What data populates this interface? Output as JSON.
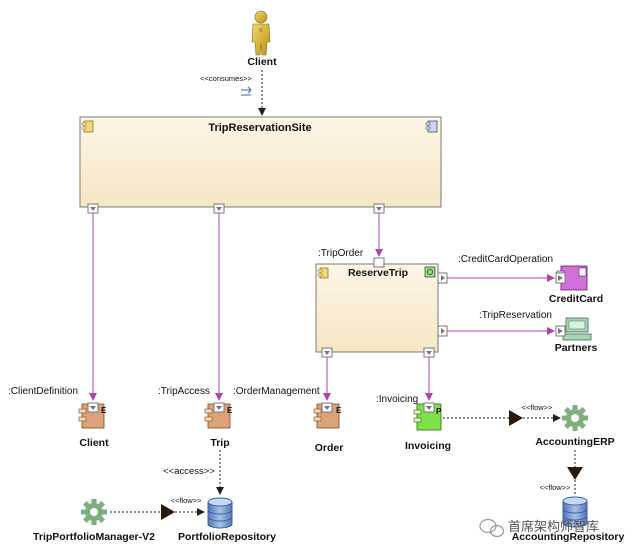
{
  "actor": {
    "name": "Client"
  },
  "consumes_label": "<<consumes>>",
  "site": {
    "name": "TripReservationSite"
  },
  "reserve": {
    "name": "ReserveTrip"
  },
  "port_labels": {
    "trip_order": ":TripOrder",
    "credit_card_operation": ":CreditCardOperation",
    "trip_reservation": ":TripReservation",
    "client_definition": ":ClientDefinition",
    "trip_access": ":TripAccess",
    "order_management": ":OrderManagement",
    "invoicing": ":Invoicing"
  },
  "components": {
    "client": "Client",
    "trip": "Trip",
    "order": "Order",
    "invoicing": "Invoicing",
    "credit_card": "CreditCard",
    "partners": "Partners"
  },
  "systems": {
    "accounting_erp": "AccountingERP",
    "trip_portfolio_manager": "TripPortfolioManager-V2"
  },
  "stores": {
    "portfolio_repository": "PortfolioRepository",
    "accounting_repository": "AccountingRepository"
  },
  "stereotypes": {
    "access": "<<access>>",
    "flow": "<<flow>>"
  },
  "watermark": "首席架构师智库",
  "colors": {
    "purple_line": "#b040b0",
    "component_orange": "#dca27a",
    "component_green": "#7fe04a",
    "component_magenta": "#d070d8",
    "box_fill": "#fbf2df",
    "gear_green": "#8fb88f",
    "db_blue": "#6b8fc9"
  }
}
